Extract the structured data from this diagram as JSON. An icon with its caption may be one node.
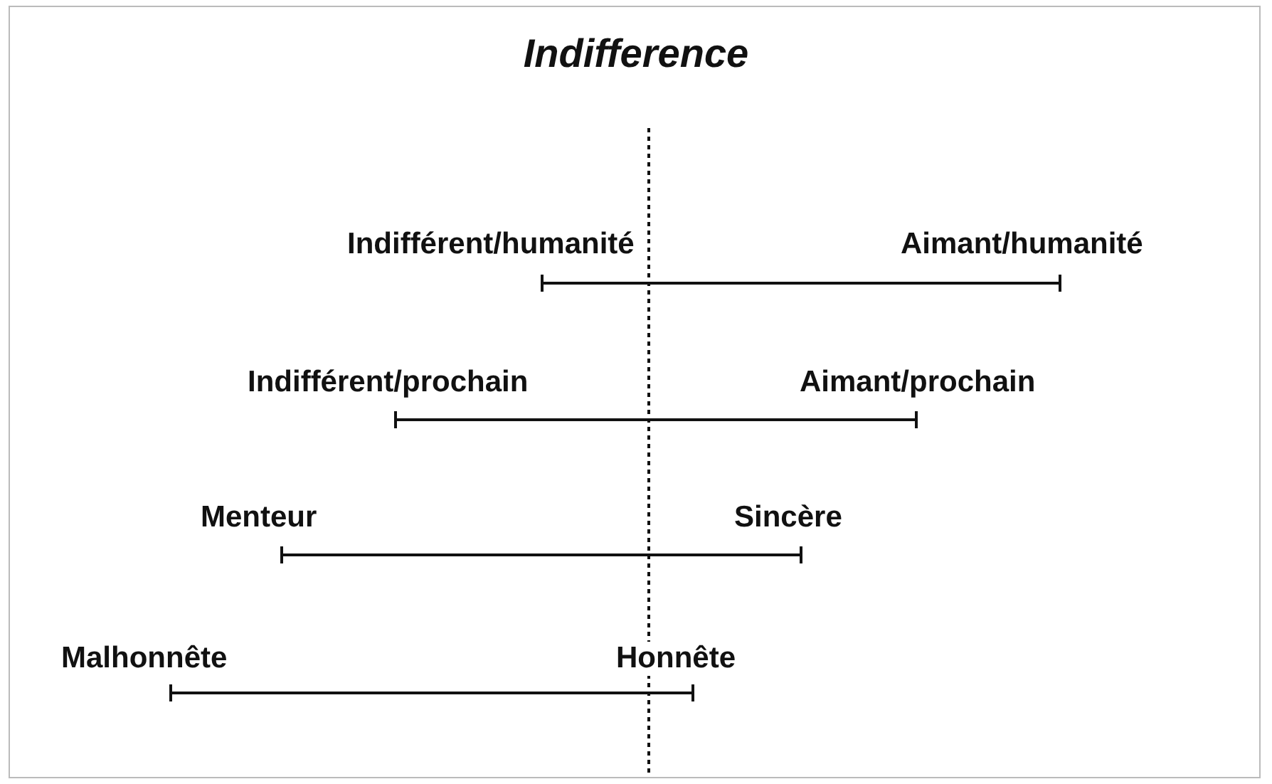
{
  "diagram": {
    "title": "Indifference",
    "labels": [
      "Indifférent/humanité",
      "Aimant/humanité",
      "Indifférent/prochain",
      "Aimant/prochain",
      "Menteur",
      "Sincère",
      "Malhonnête",
      "Honnête"
    ]
  }
}
